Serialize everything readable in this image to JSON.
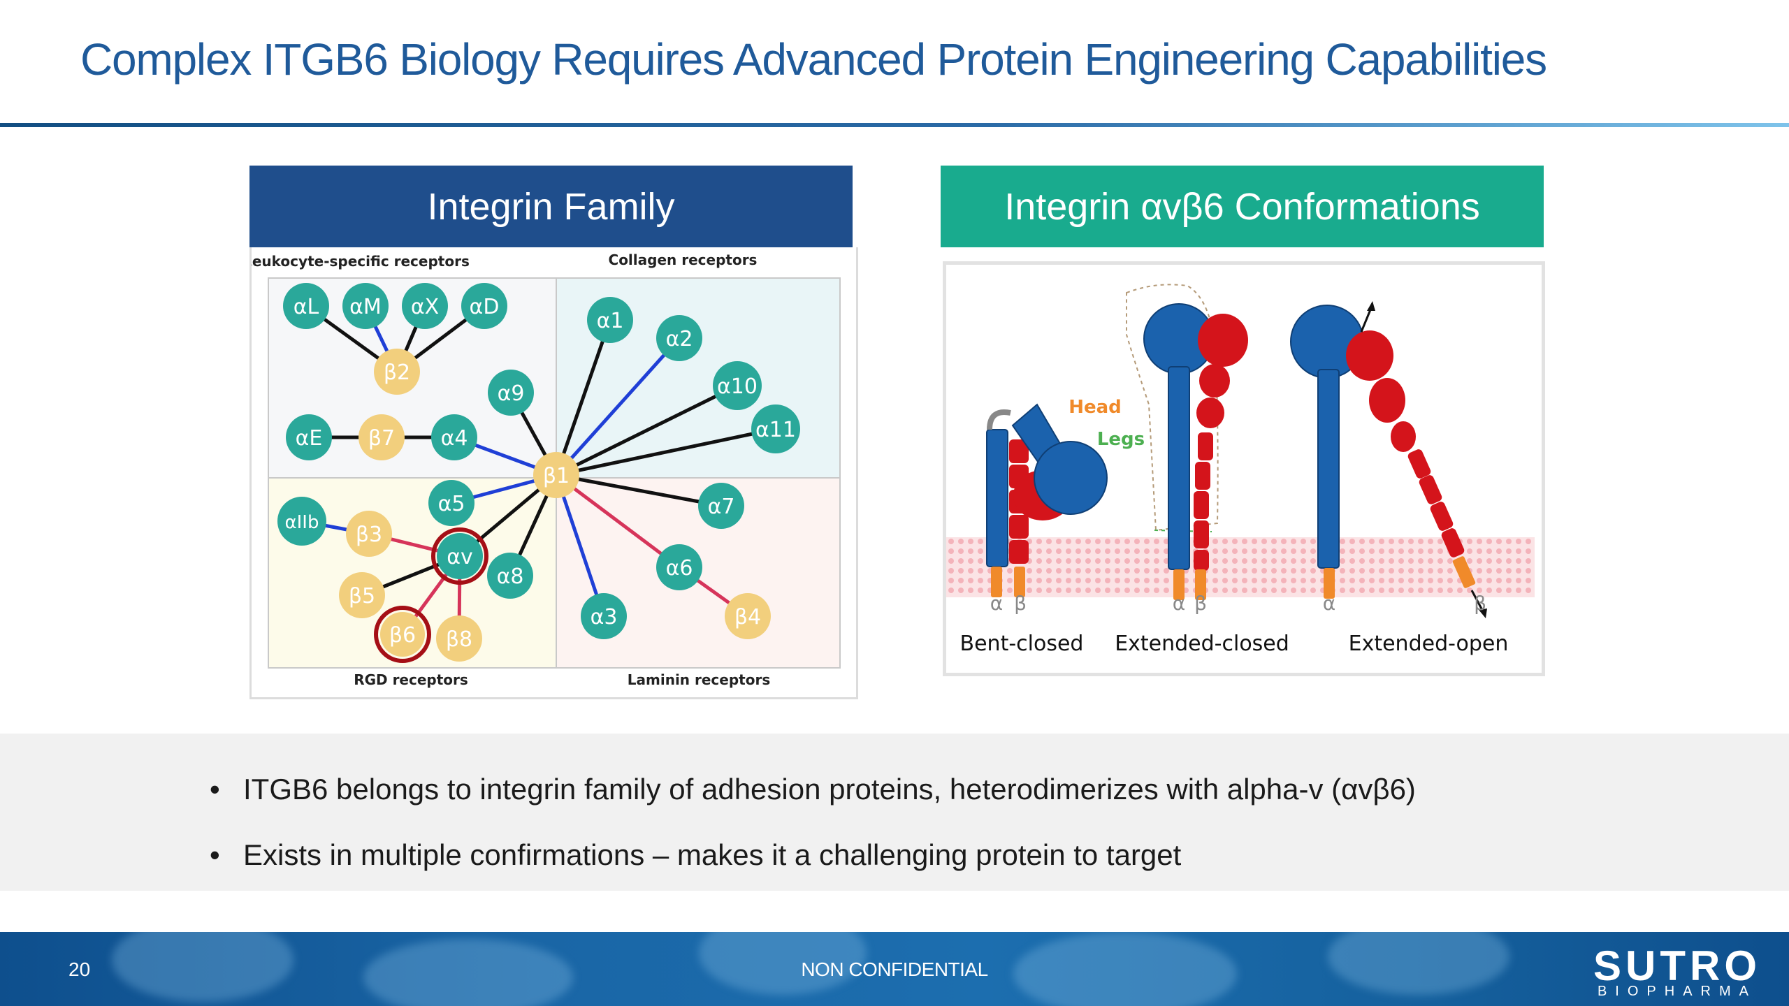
{
  "slide": {
    "title": "Complex ITGB6 Biology Requires Advanced Protein Engineering Capabilities",
    "left_panel_title": "Integrin Family",
    "right_panel_title": "Integrin αvβ6 Conformations"
  },
  "integrin_family": {
    "quadrant_labels": [
      "Leukocyte-specific receptors",
      "Collagen receptors",
      "RGD receptors",
      "Laminin receptors"
    ],
    "alpha_nodes": [
      "αL",
      "αM",
      "αX",
      "αD",
      "α9",
      "αE",
      "α4",
      "α5",
      "αIIb",
      "αv",
      "α8",
      "α1",
      "α2",
      "α10",
      "α11",
      "α7",
      "α6",
      "α3"
    ],
    "beta_nodes": [
      "β2",
      "β7",
      "β1",
      "β3",
      "β5",
      "β6",
      "β8",
      "β4"
    ],
    "highlighted_nodes": [
      "αv",
      "β6"
    ],
    "colors": {
      "alpha": "#2aa89a",
      "beta": "#f2cf7d",
      "highlight_ring": "#a50f16",
      "link_black": "#111111",
      "link_blue": "#1f3fd6",
      "link_red": "#d6345a"
    }
  },
  "conformations": {
    "head_label": "Head",
    "legs_label": "Legs",
    "subunit_letters": [
      "α",
      "β",
      "α",
      "β",
      "α",
      "β"
    ],
    "states": [
      "Bent-closed",
      "Extended-closed",
      "Extended-open"
    ],
    "colors": {
      "alpha_subunit": "#1b62ad",
      "beta_subunit": "#d4141b",
      "transmembrane": "#f08a2a",
      "membrane": "#f6c3c8",
      "head_label": "#f08a2a",
      "legs_label": "#4caf50"
    }
  },
  "bullets": [
    "ITGB6 belongs to integrin family of adhesion proteins, heterodimerizes with alpha-v (αvβ6)",
    "Exists in multiple confirmations – makes it a challenging protein to target"
  ],
  "bullet_symbol": "•",
  "footer": {
    "page_number": "20",
    "confidentiality": "NON CONFIDENTIAL",
    "logo_main": "SUTRO",
    "logo_sub": "BIOPHARMA"
  }
}
